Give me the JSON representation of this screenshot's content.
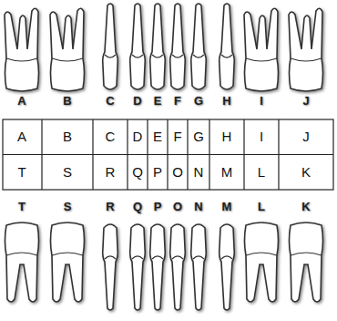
{
  "diagram": {
    "labels": [
      "A",
      "B",
      "C",
      "D",
      "E",
      "F",
      "G",
      "H",
      "I",
      "J",
      "A",
      "B",
      "C",
      "D",
      "E",
      "F",
      "G",
      "H",
      "I",
      "J",
      "T",
      "S",
      "R",
      "Q",
      "P",
      "O",
      "N",
      "M",
      "L",
      "K",
      "T",
      "S",
      "R",
      "Q",
      "P",
      "O",
      "N",
      "M",
      "L",
      "K"
    ]
  }
}
